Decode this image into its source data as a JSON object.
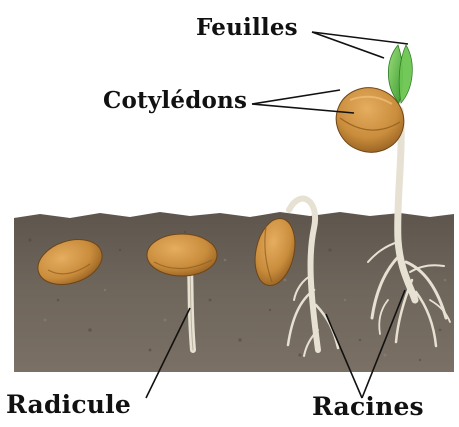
{
  "labels": {
    "feuilles": "Feuilles",
    "cotyledons": "Cotylédons",
    "radicule": "Radicule",
    "racines": "Racines"
  },
  "colors": {
    "soil": "#6f665c",
    "soil_dark": "#4f4841",
    "seed": "#c98d3c",
    "seed_dark": "#8f5a1e",
    "root": "#e6e1d2",
    "leaf": "#58b944",
    "text": "#111111"
  }
}
